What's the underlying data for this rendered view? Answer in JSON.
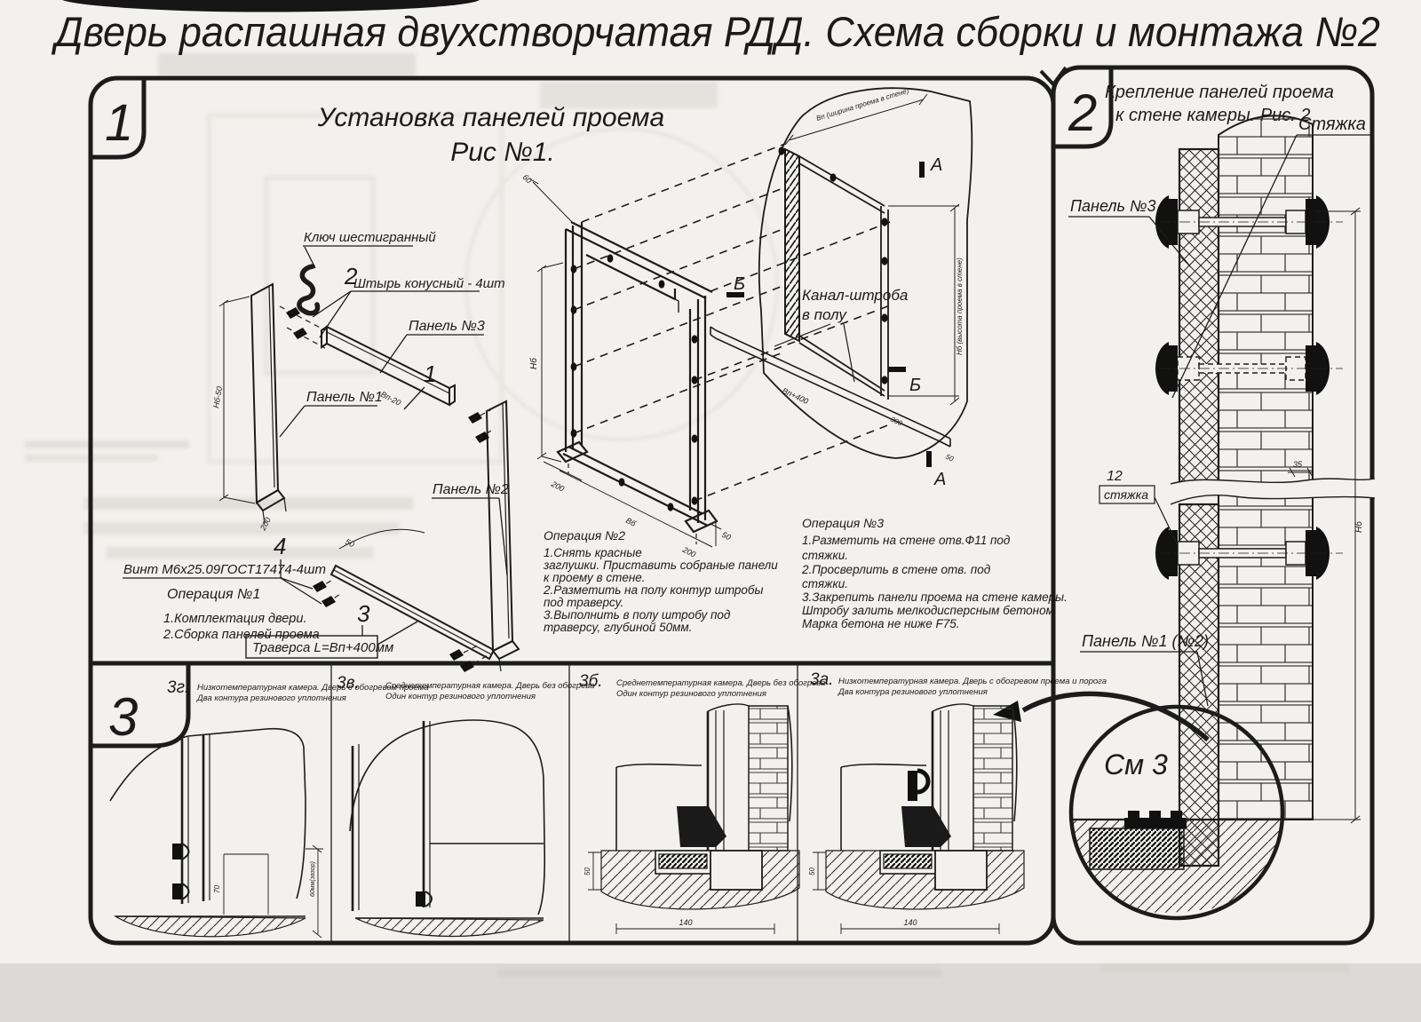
{
  "colors": {
    "ink": "#1c1c1c",
    "paper": "#f2f1ed",
    "ghost": "#c9c7c1"
  },
  "title": "Дверь распашная двухстворчатая РДД.  Схема сборки и монтажа №2",
  "s1": {
    "num": "1",
    "heading1": "Установка панелей проема",
    "heading2": "Рис №1.",
    "labels": {
      "hex_key": "Ключ шестигранный",
      "pin_num": "2",
      "pin": "Штырь конусный - 4шт",
      "panel3": "Панель №3",
      "one": "1",
      "panel1": "Панель №1",
      "panel2": "Панель №2",
      "four": "4",
      "screw": "Винт М6х25.09ГОСТ17474-4шт",
      "three": "3",
      "traverse": "Траверса  L=Bп+400мм",
      "channel1": "Канал-штроба",
      "channel2": "в полу",
      "a": "А",
      "b": "Б"
    },
    "op1": {
      "title": "Операция №1",
      "lines": [
        "1.Комплектация двери.",
        "2.Сборка панелей проема"
      ]
    },
    "op2": {
      "title": "Операция №2",
      "lines": [
        "1.Снять красные",
        "заглушки. Приставить собраные панели",
        "к проему в стене.",
        "2.Разметить на полу контур штробы",
        "под траверсу.",
        "3.Выполнить в полу штробу под",
        "траверсу, глубиной 50мм."
      ]
    },
    "op3": {
      "title": "Операция №3",
      "lines": [
        "1.Разметить на стене отв.Ф11 под",
        "стяжки.",
        "2.Просверлить в стене отв.  под",
        "стяжки.",
        "3.Закрепить панели проема на стене камеры.",
        "Штробу залить мелкодисперсным бетоном",
        "Марка бетона не ниже  F75."
      ]
    },
    "dims": {
      "d60": "60",
      "d200a": "200",
      "vb": "Вб",
      "d200b": "200",
      "d50": "50",
      "nb": "Нб",
      "nb50": "Нб-50",
      "vp20": "Вп-20",
      "d200c": "200",
      "bp400": "Bп+400",
      "d300": "300",
      "d50b": "50",
      "vp_full": "Вп (ширина проема в стене)",
      "nb_full": "Нб (высота проема в стене)"
    }
  },
  "s2": {
    "num": "2",
    "heading1": "Крепление панелей проема",
    "heading2": "к стене камеры. Рис. 2",
    "labels": {
      "tie": "Стяжка",
      "panel3": "Панель №3",
      "n12": "12",
      "tie12": "стяжка",
      "panel12": "Панель №1 (№2)",
      "see3": "См 3"
    },
    "dims": {
      "d35": "35",
      "nb": "Нб"
    }
  },
  "s3": {
    "num": "3",
    "figures": [
      {
        "id": "3г.",
        "caption1": "Низкотемпературная камера. Дверь с обогревом проема",
        "caption2": "Два контура резинового уплотнения"
      },
      {
        "id": "3в.",
        "caption1": "Среднетемпературная камера. Дверь без обогрева",
        "caption2": "Один контур резинового уплотнения"
      },
      {
        "id": "3б.",
        "caption1": "Среднетемпературная камера. Дверь без обогрева",
        "caption2": "Один контур резинового уплотнения"
      },
      {
        "id": "3а.",
        "caption1": "Низкотемпературная камера. Дверь с обогревом проема и порога",
        "caption2": "Два контура резинового уплотнения"
      }
    ],
    "dims": {
      "d70": "70",
      "gap": "60мм(зазор)",
      "w140": "140",
      "d50": "50"
    }
  }
}
